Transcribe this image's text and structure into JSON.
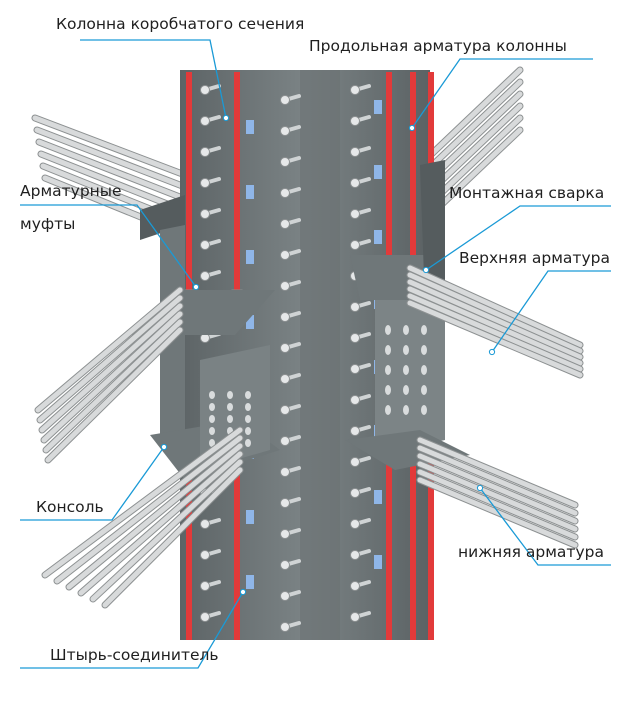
{
  "labels": {
    "column": "Колонна коробчатого сечения",
    "longitudinal_rebar": "Продольная арматура колонны",
    "couplers_line1": "Арматурные",
    "couplers_line2": "муфты",
    "site_welding": "Монтажная сварка",
    "top_rebar": "Верхняя арматура",
    "bracket": "Консоль",
    "bottom_rebar": "нижняя арматура",
    "shear_stud": "Штырь-соединитель"
  },
  "colors": {
    "leader_line": "#1a9ad6",
    "steel_plate": "#6f7779",
    "steel_plate_dark": "#555c5e",
    "rebar_red": "#e23a3a",
    "rebar_bar": "#d8dadb",
    "stud": "#cfd3d4",
    "blue_tab": "#8fb6e8"
  }
}
